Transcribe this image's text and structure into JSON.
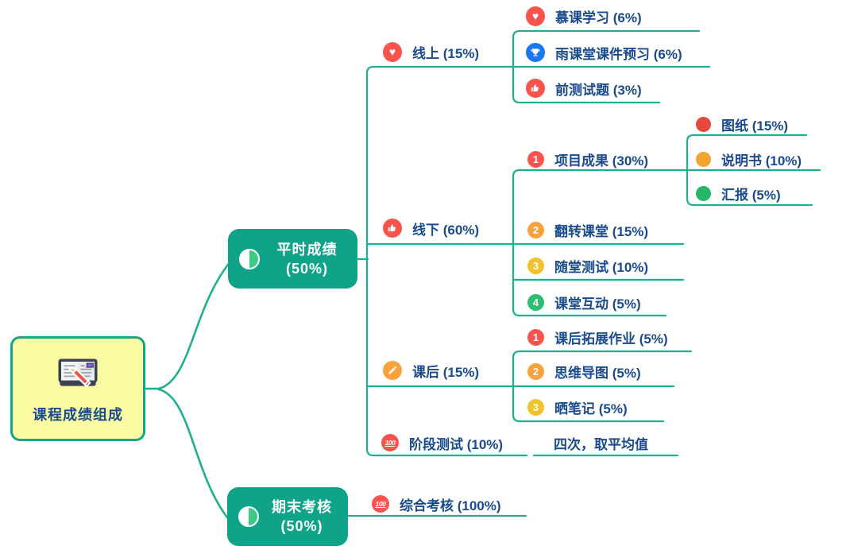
{
  "root": {
    "label": "课程成绩组成"
  },
  "branch1": {
    "title": "平时成绩",
    "pct": "(50%)"
  },
  "branch2": {
    "title": "期末考核",
    "pct": "(50%)"
  },
  "nodes": {
    "online": {
      "label": "线上 (15%)"
    },
    "mooc": {
      "label": "慕课学习 (6%)"
    },
    "rain": {
      "label": "雨课堂课件预习 (6%)"
    },
    "pretest": {
      "label": "前测试题 (3%)"
    },
    "offline": {
      "label": "线下 (60%)"
    },
    "project": {
      "label": "项目成果 (30%)",
      "num": "1"
    },
    "drawing": {
      "label": "图纸 (15%)"
    },
    "manual": {
      "label": "说明书 (10%)"
    },
    "report": {
      "label": "汇报 (5%)"
    },
    "flip": {
      "label": "翻转课堂 (15%)",
      "num": "2"
    },
    "quiz": {
      "label": "随堂测试 (10%)",
      "num": "3"
    },
    "interact": {
      "label": "课堂互动 (5%)",
      "num": "4"
    },
    "after": {
      "label": "课后 (15%)"
    },
    "homework": {
      "label": "课后拓展作业 (5%)",
      "num": "1"
    },
    "mindmap_hw": {
      "label": "思维导图 (5%)",
      "num": "2"
    },
    "notes": {
      "label": "晒笔记 (5%)",
      "num": "3"
    },
    "stage": {
      "label": "阶段测试 (10%)"
    },
    "stage_note": {
      "label": "四次，取平均值"
    },
    "final": {
      "label": "综合考核 (100%)"
    }
  },
  "icons": {
    "hundred_text": "100",
    "heart_glyph": "♥"
  },
  "colors": {
    "teal_node": "#0FA489",
    "line": "#1FB08D",
    "text_navy": "#1A4B8C",
    "red": "#F9534D",
    "blue": "#1877F2",
    "orange": "#F9A23C",
    "yellow": "#F1C12E",
    "green": "#2EBE72",
    "bullet_red": "#E8473C",
    "bullet_orange": "#F5A32F",
    "bullet_green": "#27B56A",
    "root_fill": "#FBFBA4",
    "root_border": "#12A78A"
  }
}
